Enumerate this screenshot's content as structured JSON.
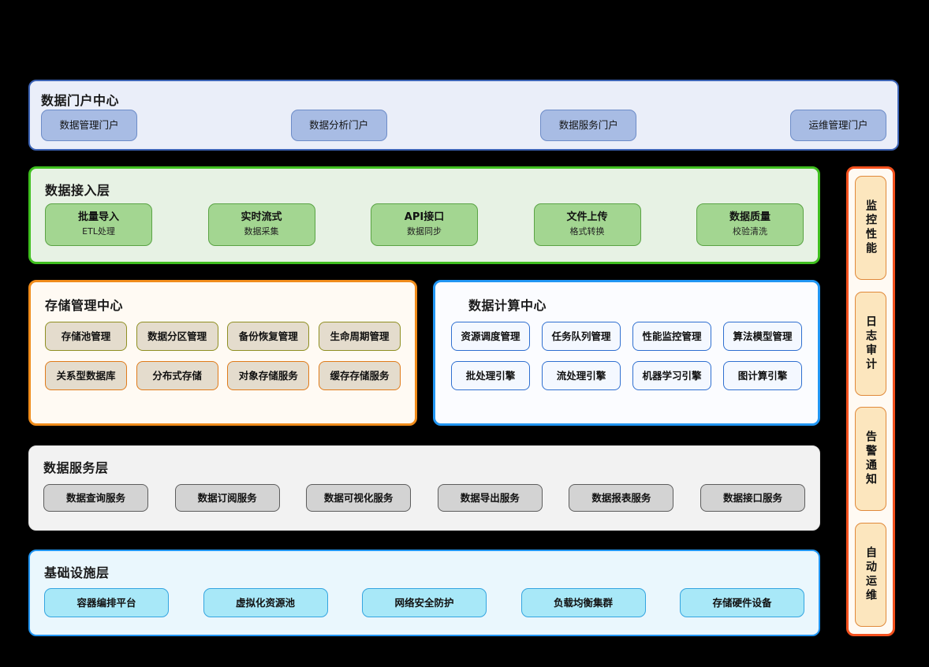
{
  "portal": {
    "title": "数据门户中心",
    "items": [
      {
        "label": "数据管理门户"
      },
      {
        "label": "数据分析门户"
      },
      {
        "label": "数据服务门户"
      },
      {
        "label": "运维管理门户"
      }
    ],
    "colors": {
      "fill": "#eaeef9",
      "border": "#3c63b5",
      "card_fill": "#a8bce4",
      "card_border": "#6d8cc8"
    }
  },
  "access": {
    "title": "数据接入层",
    "items": [
      {
        "main": "批量导入",
        "sub": "ETL处理"
      },
      {
        "main": "实时流式",
        "sub": "数据采集"
      },
      {
        "main": "API接口",
        "sub": "数据同步"
      },
      {
        "main": "文件上传",
        "sub": "格式转换"
      },
      {
        "main": "数据质量",
        "sub": "校验清洗"
      }
    ],
    "colors": {
      "fill": "#e7f2e4",
      "border": "#3fbf1f",
      "card_fill": "#a3d691",
      "card_border": "#5aa344"
    }
  },
  "storage": {
    "title": "存储管理中心",
    "row1": [
      {
        "label": "存储池管理"
      },
      {
        "label": "数据分区管理"
      },
      {
        "label": "备份恢复管理"
      },
      {
        "label": "生命周期管理"
      }
    ],
    "row2": [
      {
        "label": "关系型数据库"
      },
      {
        "label": "分布式存储"
      },
      {
        "label": "对象存储服务"
      },
      {
        "label": "缓存存储服务"
      }
    ],
    "colors": {
      "fill": "#fffaf3",
      "border": "#f08c1b",
      "card_fill": "#e4dccd",
      "row1_border": "#8f8f22",
      "row2_border": "#e07b1a"
    }
  },
  "compute": {
    "title": "数据计算中心",
    "row1": [
      {
        "label": "资源调度管理"
      },
      {
        "label": "任务队列管理"
      },
      {
        "label": "性能监控管理"
      },
      {
        "label": "算法模型管理"
      }
    ],
    "row2": [
      {
        "label": "批处理引擎"
      },
      {
        "label": "流处理引擎"
      },
      {
        "label": "机器学习引擎"
      },
      {
        "label": "图计算引擎"
      }
    ],
    "colors": {
      "fill": "#fbfcff",
      "border": "#2196f3",
      "card_fill": "#f4f8ff",
      "card_border": "#2f6fd0"
    }
  },
  "service": {
    "title": "数据服务层",
    "items": [
      {
        "label": "数据查询服务"
      },
      {
        "label": "数据订阅服务"
      },
      {
        "label": "数据可视化服务"
      },
      {
        "label": "数据导出服务"
      },
      {
        "label": "数据报表服务"
      },
      {
        "label": "数据接口服务"
      }
    ],
    "colors": {
      "fill": "#f2f2f2",
      "border": "#e3e3e3",
      "card_fill": "#d3d3d3",
      "card_border": "#5d5d5d"
    }
  },
  "infra": {
    "title": "基础设施层",
    "items": [
      {
        "label": "容器编排平台"
      },
      {
        "label": "虚拟化资源池"
      },
      {
        "label": "网络安全防护"
      },
      {
        "label": "负载均衡集群"
      },
      {
        "label": "存储硬件设备"
      }
    ],
    "colors": {
      "fill": "#eaf7fd",
      "border": "#2196f3",
      "card_fill": "#a8e8f8",
      "card_border": "#34a5e0"
    }
  },
  "ops": {
    "items": [
      {
        "label": "监控性能"
      },
      {
        "label": "日志审计"
      },
      {
        "label": "告警通知"
      },
      {
        "label": "自动运维"
      }
    ],
    "colors": {
      "fill": "#fffaf3",
      "border": "#f4511e",
      "card_fill": "#fce6be",
      "card_border": "#e0893a"
    }
  },
  "background": {
    "color": "#000000"
  }
}
